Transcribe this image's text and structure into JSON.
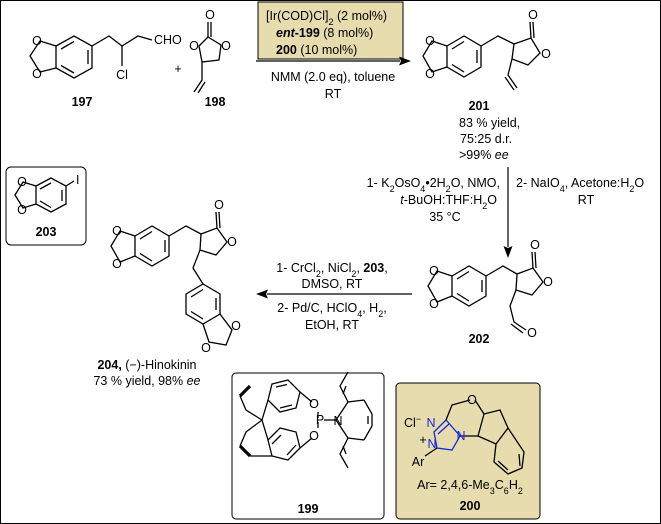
{
  "compounds": {
    "c197": "197",
    "c198": "198",
    "c201": "201",
    "c202": "202",
    "c203": "203",
    "c204_num": "204,",
    "c204_name": " (−)-Hinokinin",
    "c204_yield": "73 % yield, 98% ",
    "c204_ee": "ee",
    "c199": "199",
    "c200": "200"
  },
  "plus": "+",
  "atoms": {
    "cho": "CHO",
    "cl": "Cl",
    "o": "O",
    "i": "I",
    "p": "P",
    "n": "N",
    "cl_minus": "Cl",
    "minus": "−",
    "plus_charge": "+",
    "ar": "Ar"
  },
  "step1": {
    "reagent1_a": "[Ir(COD)Cl]",
    "reagent1_sub": "2",
    "reagent1_b": " (2 mol%)",
    "reagent2_ent": "ent",
    "reagent2_num": "-199",
    "reagent2_rest": " (8 mol%)",
    "reagent3_num": "200",
    "reagent3_rest": " (10 mol%)",
    "conditions1": "NMM (2.0 eq), toluene",
    "conditions2": "RT",
    "highlight_color": "#e6dcae"
  },
  "result201": {
    "yield": "83 % yield,",
    "dr": "75:25 d.r.",
    "ee_value": ">99% ",
    "ee_label": "ee"
  },
  "step2": {
    "left1_a": "1- K",
    "left1_s1": "2",
    "left1_b": "OsO",
    "left1_s2": "4",
    "left1_c": "•2H",
    "left1_s3": "2",
    "left1_d": "O, NMO,",
    "left2_a": "t",
    "left2_b": "-BuOH:THF:H",
    "left2_s": "2",
    "left2_c": "O",
    "left3": "35 °C",
    "right1_a": "2- NaIO",
    "right1_s1": "4",
    "right1_b": ", Acetone:H",
    "right1_s2": "2",
    "right1_c": "O",
    "right2": "RT"
  },
  "step3": {
    "line1_a": "1- CrCl",
    "line1_s1": "2",
    "line1_b": ", NiCl",
    "line1_s2": "2",
    "line1_c": ", ",
    "line1_num": "203",
    "line1_d": ",",
    "line2": "DMSO, RT",
    "line3_a": "2- Pd/C, HClO",
    "line3_s1": "4",
    "line3_b": ", H",
    "line3_s2": "2",
    "line3_c": ",",
    "line4": "EtOH, RT"
  },
  "catalyst200": {
    "ar_def_a": "Ar= 2,4,6-Me",
    "ar_def_s1": "3",
    "ar_def_b": "C",
    "ar_def_s2": "6",
    "ar_def_c": "H",
    "ar_def_s3": "2",
    "box_color": "#e6dcae"
  }
}
